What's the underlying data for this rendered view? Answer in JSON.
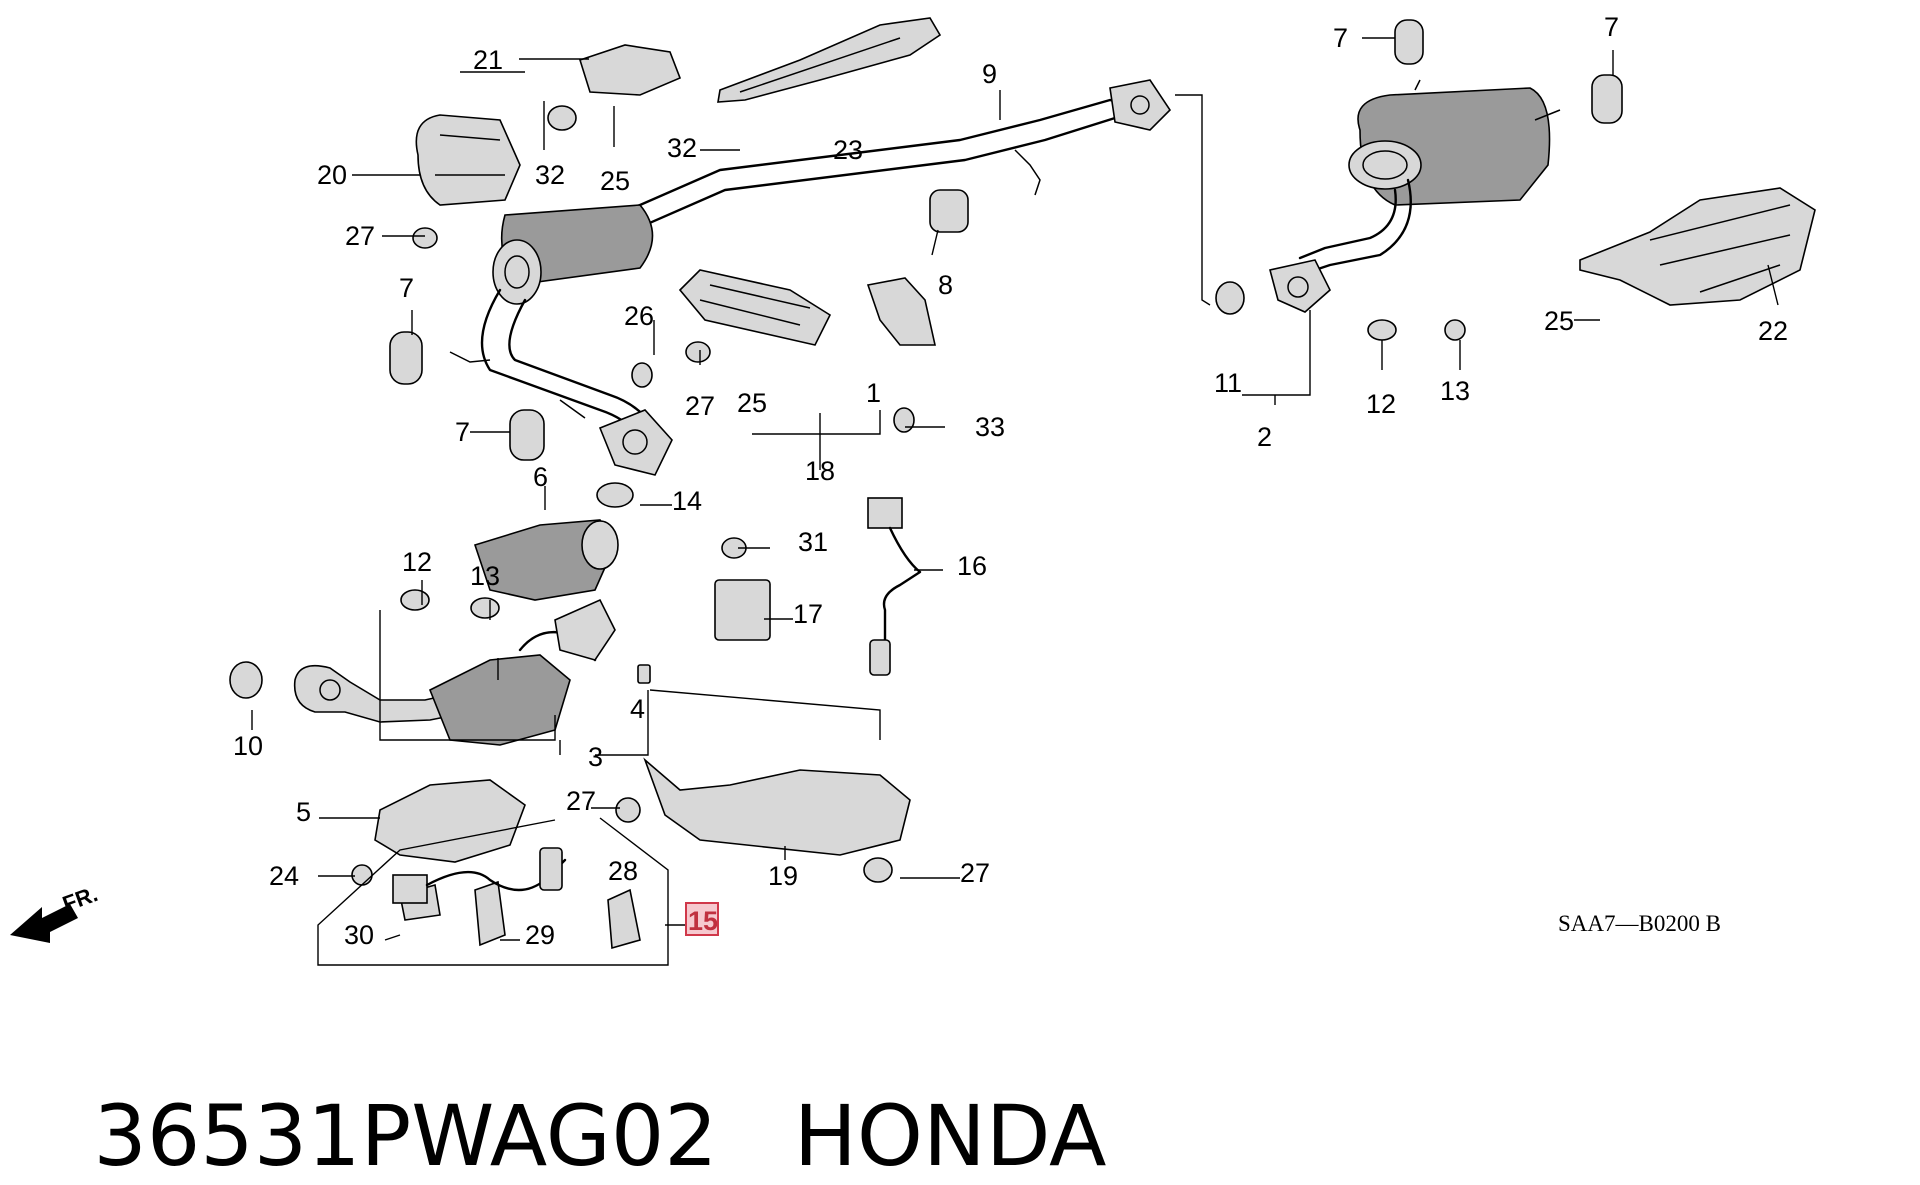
{
  "labels": {
    "c1": "1",
    "c2": "2",
    "c3": "3",
    "c4": "4",
    "c5": "5",
    "c6": "6",
    "c7a": "7",
    "c7b": "7",
    "c7c": "7",
    "c7d": "7",
    "c8": "8",
    "c9": "9",
    "c10": "10",
    "c11": "11",
    "c12a": "12",
    "c12b": "12",
    "c13a": "13",
    "c13b": "13",
    "c14": "14",
    "c15": "15",
    "c16": "16",
    "c17": "17",
    "c18": "18",
    "c19": "19",
    "c20": "20",
    "c21": "21",
    "c22": "22",
    "c23": "23",
    "c24": "24",
    "c25a": "25",
    "c25b": "25",
    "c25c": "25",
    "c26": "26",
    "c27a": "27",
    "c27b": "27",
    "c27c": "27",
    "c27d": "27",
    "c28": "28",
    "c29": "29",
    "c30": "30",
    "c31": "31",
    "c32a": "32",
    "c32b": "32",
    "c33": "33"
  },
  "highlighted_callout": "15",
  "highlight_color": "#d0384a",
  "diagram_code": "SAA7—B0200 B",
  "front_marker": "FR.",
  "caption": {
    "part_number": "36531PWAG02",
    "brand": "HONDA"
  }
}
